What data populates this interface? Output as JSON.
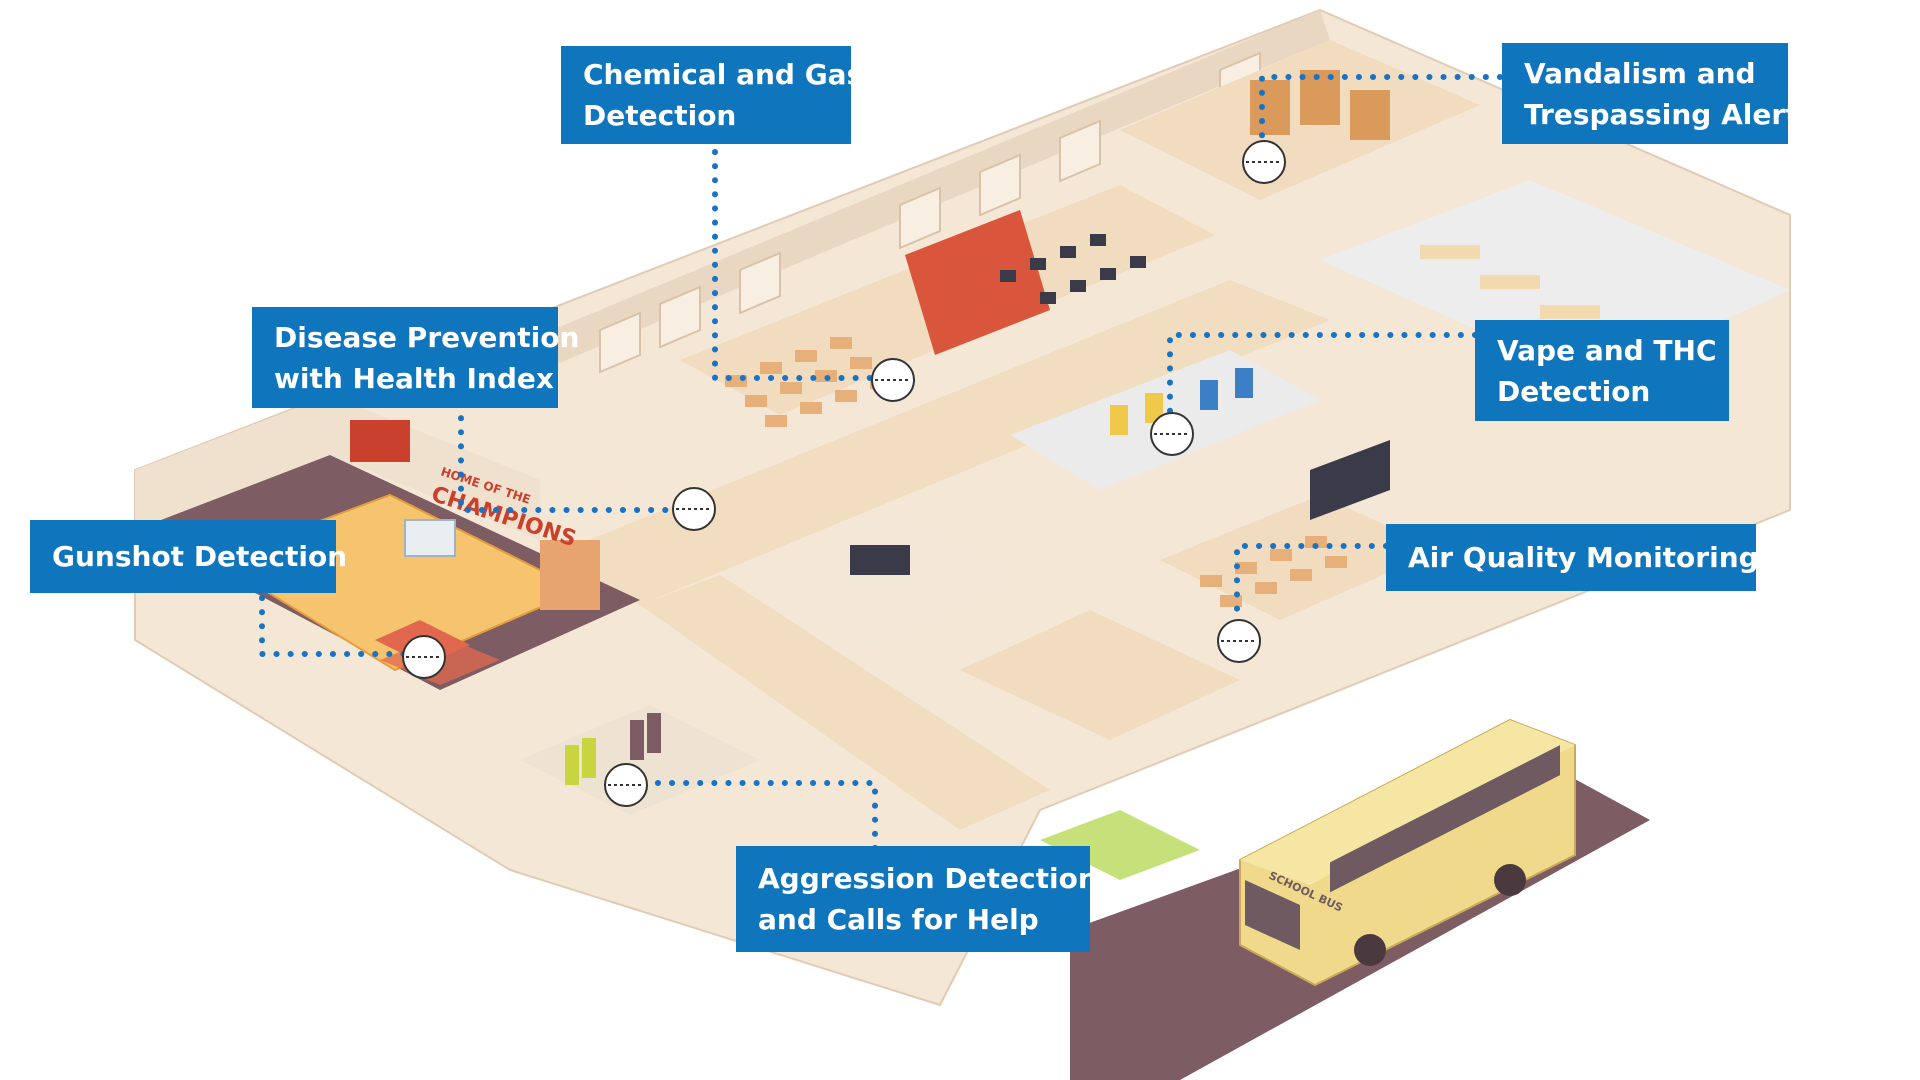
{
  "callouts": {
    "chemical_gas": {
      "line1": "Chemical and Gas",
      "line2": "Detection"
    },
    "vandalism": {
      "line1": "Vandalism and",
      "line2": "Trespassing Alerts"
    },
    "disease": {
      "line1": "Disease Prevention",
      "line2": "with Health Index"
    },
    "vape": {
      "line1": "Vape and THC",
      "line2": "Detection"
    },
    "gunshot": {
      "line1": "Gunshot Detection"
    },
    "air_quality": {
      "line1": "Air Quality Monitoring"
    },
    "aggression": {
      "line1": "Aggression Detection",
      "line2": "and Calls for Help"
    }
  },
  "scene_labels": {
    "banner": "HOME OF THE",
    "banner_big": "CHAMPIONS",
    "bus": "SCHOOL BUS"
  },
  "colors": {
    "callout_bg": "#0f75bc",
    "callout_text": "#ffffff",
    "connector": "#1a73c2",
    "floor": "#f3dfc2",
    "wall": "#efe2d2",
    "court": "#f6c46e",
    "accent_red": "#d9553c",
    "bus": "#f0d98a"
  }
}
